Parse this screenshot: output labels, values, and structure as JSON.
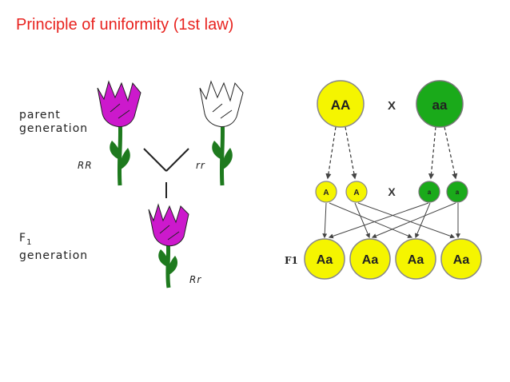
{
  "slide": {
    "title": "Principle of uniformity (1st law)"
  },
  "left_panel": {
    "parent_label_line1": "parent",
    "parent_label_line2": "generation",
    "f1_label_main": "F",
    "f1_label_sub": "1",
    "f1_label_line2": "generation",
    "parent1_genotype": "RR",
    "parent2_genotype": "rr",
    "offspring_genotype": "Rr",
    "colors": {
      "magenta": "#cc19cc",
      "green": "#1e7a1e",
      "white": "#ffffff"
    }
  },
  "right_panel": {
    "parents": [
      "AA",
      "aa"
    ],
    "cross_symbol": "X",
    "gametes_left": [
      "A",
      "A"
    ],
    "gametes_right": [
      "a",
      "a"
    ],
    "f1_row_label": "F1",
    "f1_offspring": [
      "Aa",
      "Aa",
      "Aa",
      "Aa"
    ],
    "colors": {
      "dominant": "#f5f500",
      "recessive": "#1aaa1a",
      "outline": "#888888"
    }
  }
}
